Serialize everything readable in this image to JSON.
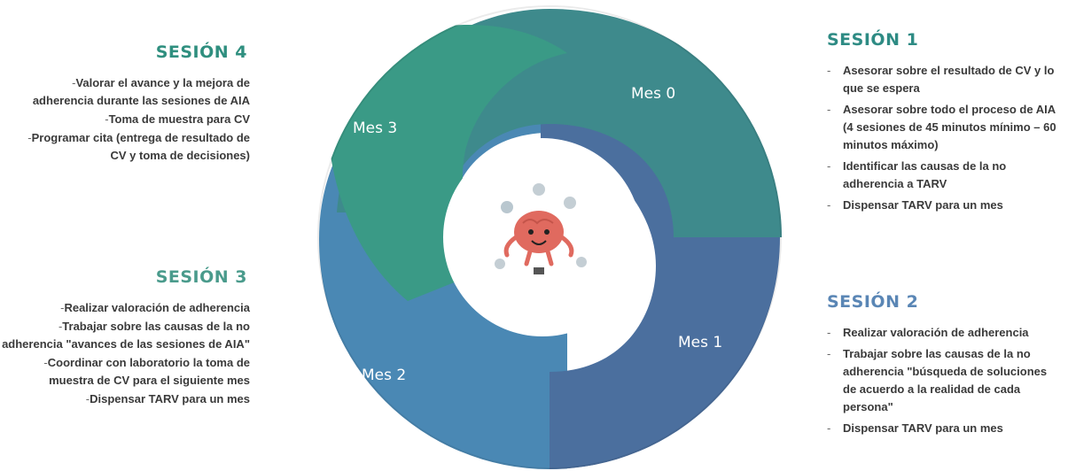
{
  "sessions": {
    "s4": {
      "title": "SESIÓN 4",
      "items": [
        "Valorar el avance y la mejora de adherencia durante las sesiones de AIA",
        "Toma de muestra para CV",
        "Programar cita (entrega de resultado de CV y toma de decisiones)"
      ]
    },
    "s3": {
      "title": "SESIÓN 3",
      "items": [
        "Realizar valoración de adherencia",
        "Trabajar sobre las causas de la no adherencia \"avances de las sesiones de AIA\"",
        "Coordinar con laboratorio la toma de muestra de CV para el siguiente mes",
        "Dispensar TARV para un mes"
      ]
    },
    "s1": {
      "title": "SESIÓN 1",
      "items": [
        "Asesorar sobre el resultado de CV y lo que se espera",
        "Asesorar sobre todo el proceso de AIA (4 sesiones de 45 minutos mínimo – 60 minutos máximo)",
        "Identificar las causas de la no adherencia a TARV",
        "Dispensar TARV para un mes"
      ]
    },
    "s2": {
      "title": "SESIÓN 2",
      "items": [
        "Realizar valoración de adherencia",
        "Trabajar sobre las causas de la no adherencia \"búsqueda de soluciones de acuerdo a la realidad de cada persona\"",
        "Dispensar TARV para un mes"
      ]
    }
  },
  "cycle": {
    "labels": [
      "Mes 0",
      "Mes 1",
      "Mes 2",
      "Mes 3"
    ],
    "colors": {
      "mes0": "#3e8a8c",
      "mes1": "#4b6f9e",
      "mes2": "#4a88b4",
      "mes3": "#3a9a86"
    },
    "center_icon": "brain-mascot-icon"
  }
}
